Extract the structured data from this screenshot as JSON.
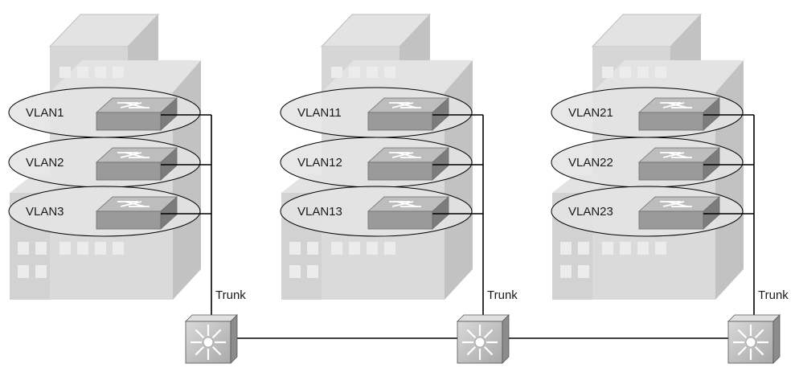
{
  "diagram": {
    "trunk_label": "Trunk",
    "buildings": [
      {
        "vlans": [
          "VLAN1",
          "VLAN2",
          "VLAN3"
        ]
      },
      {
        "vlans": [
          "VLAN11",
          "VLAN12",
          "VLAN13"
        ]
      },
      {
        "vlans": [
          "VLAN21",
          "VLAN22",
          "VLAN23"
        ]
      }
    ]
  },
  "colors": {
    "building_face": "#d6d6d6",
    "building_side": "#c2c2c2",
    "building_top": "#e3e3e3",
    "window": "#ececec",
    "vlan_ellipse": "#e4e4e4",
    "switch_top": "#bdbdbd",
    "switch_front": "#9a9a9a",
    "switch_side": "#7c7c7c",
    "line": "#000000"
  },
  "icons": {
    "access_switch": "workgroup-switch-icon",
    "core_switch": "multilayer-switch-icon"
  }
}
